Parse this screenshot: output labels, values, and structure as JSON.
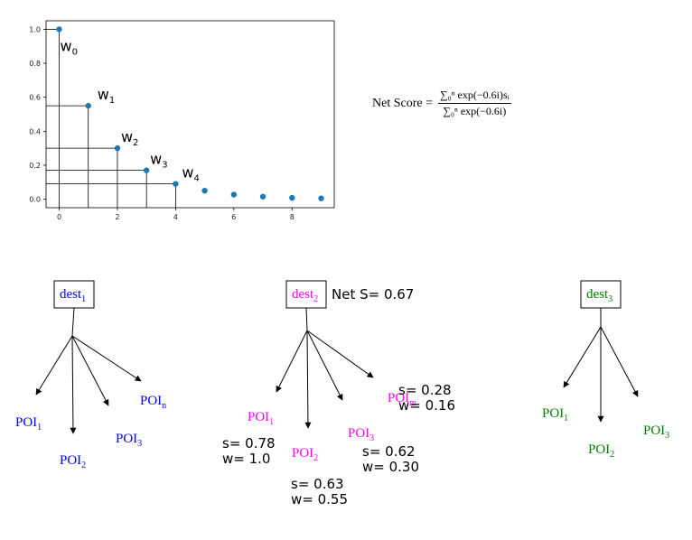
{
  "chart_data": {
    "type": "scatter",
    "x": [
      0,
      1,
      2,
      3,
      4,
      5,
      6,
      7,
      8,
      9
    ],
    "y": [
      1.0,
      0.55,
      0.3,
      0.17,
      0.09,
      0.05,
      0.027,
      0.015,
      0.008,
      0.005
    ],
    "xticks": [
      "0",
      "2",
      "4",
      "6",
      "8"
    ],
    "yticks": [
      "0.0",
      "0.2",
      "0.4",
      "0.6",
      "0.8",
      "1.0"
    ],
    "xlim": [
      -0.45,
      9.45
    ],
    "ylim": [
      -0.05,
      1.05
    ],
    "grid": false,
    "color": "#1f77b4",
    "annotations": [
      "w",
      "w",
      "w",
      "w",
      "w"
    ],
    "annotation_subscripts": [
      "0",
      "1",
      "2",
      "3",
      "4"
    ]
  },
  "formula": {
    "lhs": "Net Score =",
    "numerator": "∑₀ⁿ exp(−0.6i)sᵢ",
    "denominator": "∑₀ⁿ exp(−0.6i)"
  },
  "trees": [
    {
      "root": "dest",
      "root_sub": "1",
      "color": "#0000ff",
      "net_score": "",
      "pois": [
        {
          "label": "POI",
          "sub": "1",
          "s": "",
          "w": ""
        },
        {
          "label": "POI",
          "sub": "2",
          "s": "",
          "w": ""
        },
        {
          "label": "POI",
          "sub": "3",
          "s": "",
          "w": ""
        },
        {
          "label": "POI",
          "sub": "n",
          "s": "",
          "w": ""
        }
      ]
    },
    {
      "root": "dest",
      "root_sub": "2",
      "color": "#ff00ff",
      "net_score": "Net S= 0.67",
      "pois": [
        {
          "label": "POI",
          "sub": "1",
          "s": "s= 0.78",
          "w": "w= 1.0"
        },
        {
          "label": "POI",
          "sub": "2",
          "s": "s= 0.63",
          "w": "w= 0.55"
        },
        {
          "label": "POI",
          "sub": "3",
          "s": "s= 0.62",
          "w": "w= 0.30"
        },
        {
          "label": "POI",
          "sub": "m",
          "s": "s= 0.28",
          "w": "w= 0.16"
        }
      ]
    },
    {
      "root": "dest",
      "root_sub": "3",
      "color": "#008000",
      "net_score": "",
      "pois": [
        {
          "label": "POI",
          "sub": "1",
          "s": "",
          "w": ""
        },
        {
          "label": "POI",
          "sub": "2",
          "s": "",
          "w": ""
        },
        {
          "label": "POI",
          "sub": "3",
          "s": "",
          "w": ""
        }
      ]
    }
  ]
}
